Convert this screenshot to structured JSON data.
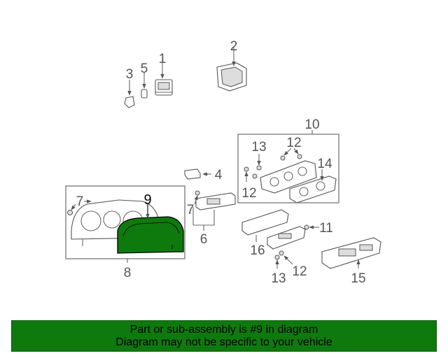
{
  "labels": {
    "p1": "1",
    "p2": "2",
    "p3": "3",
    "p4": "4",
    "p5": "5",
    "p6": "6",
    "p7a": "7",
    "p7b": "7",
    "p8": "8",
    "p9": "9",
    "p10": "10",
    "p11": "11",
    "p12a": "12",
    "p12b": "12",
    "p12c": "12",
    "p13a": "13",
    "p13b": "13",
    "p14": "14",
    "p15": "15",
    "p16": "16"
  },
  "highlight": {
    "part": "9",
    "color": "#0e7a0e"
  },
  "banner": {
    "line1": "Part or sub-assembly is #9 in diagram",
    "line2": "Diagram may not be specific to your vehicle",
    "color": "#0e7a0e"
  }
}
